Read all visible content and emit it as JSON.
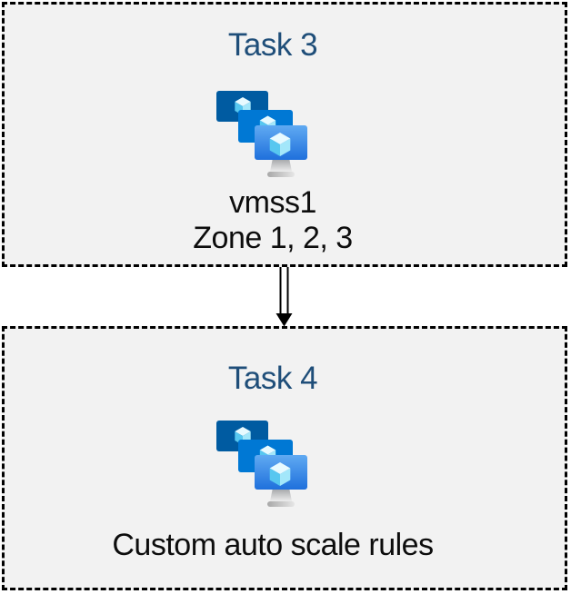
{
  "diagram": {
    "nodes": [
      {
        "title": "Task 3",
        "icon": "vm-scale-sets",
        "lines": [
          "vmss1",
          "Zone 1, 2, 3"
        ]
      },
      {
        "title": "Task 4",
        "icon": "vm-scale-sets",
        "lines": [
          "Custom auto scale rules"
        ]
      }
    ],
    "connector": {
      "from": "Task 3",
      "to": "Task 4",
      "style": "double-line-arrow",
      "direction": "down"
    },
    "colors": {
      "node_fill": "#f2f2f2",
      "node_border": "#000000",
      "title_text": "#1f4e79",
      "body_text": "#0d0d0d",
      "screen_back": "#005ba1",
      "screen_middle": "#0078d4",
      "screen_front_top": "#60aaf2",
      "screen_front_bottom": "#1f70dc",
      "cube_top": "#e7faff",
      "cube_left": "#57c7f0",
      "cube_right": "#a3e7fa",
      "stand_gray": "#c0c0c0"
    }
  }
}
